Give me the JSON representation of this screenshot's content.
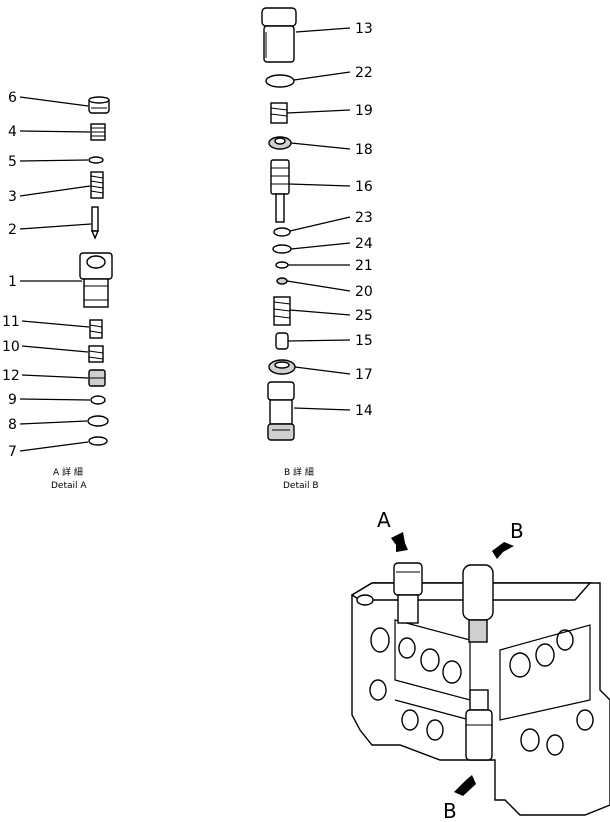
{
  "detail_a": {
    "caption_cjk": "A 詳 細",
    "caption": "Detail  A",
    "callouts": [
      "6",
      "4",
      "5",
      "3",
      "2",
      "1",
      "11",
      "10",
      "12",
      "9",
      "8",
      "7"
    ]
  },
  "detail_b": {
    "caption_cjk": "B 詳 細",
    "caption": "Detail  B",
    "callouts": [
      "13",
      "22",
      "19",
      "18",
      "16",
      "23",
      "24",
      "21",
      "20",
      "25",
      "15",
      "17",
      "14"
    ]
  },
  "assembly_view": {
    "arrow_labels": [
      "A",
      "B",
      "B"
    ]
  }
}
